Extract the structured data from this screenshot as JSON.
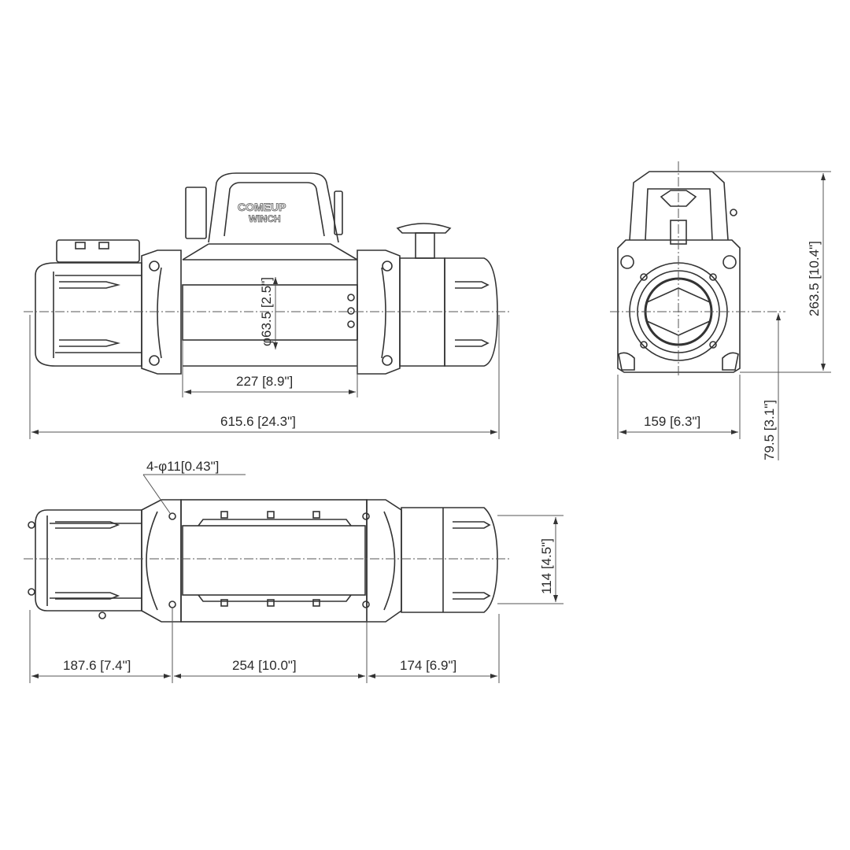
{
  "drawing": {
    "subject": "Winch dimensional drawing",
    "logo": {
      "line1": "COMEUP",
      "line2": "WINCH"
    },
    "front_view": {
      "dims": {
        "drum_diameter": "φ63.5 [2.5\"]",
        "drum_length": "227 [8.9\"]",
        "overall_length": "615.6 [24.3\"]"
      }
    },
    "side_view": {
      "dims": {
        "height": "263.5 [10.4\"]",
        "width": "159 [6.3\"]",
        "center_height": "79.5 [3.1\"]"
      }
    },
    "top_view": {
      "dims": {
        "mount_holes": "4-φ11[0.43\"]",
        "mount_width": "114 [4.5\"]",
        "left_offset": "187.6 [7.4\"]",
        "mount_length": "254 [10.0\"]",
        "right_offset": "174 [6.9\"]"
      }
    },
    "colors": {
      "line": "#333333",
      "centerline": "#555555",
      "background": "#ffffff"
    }
  }
}
